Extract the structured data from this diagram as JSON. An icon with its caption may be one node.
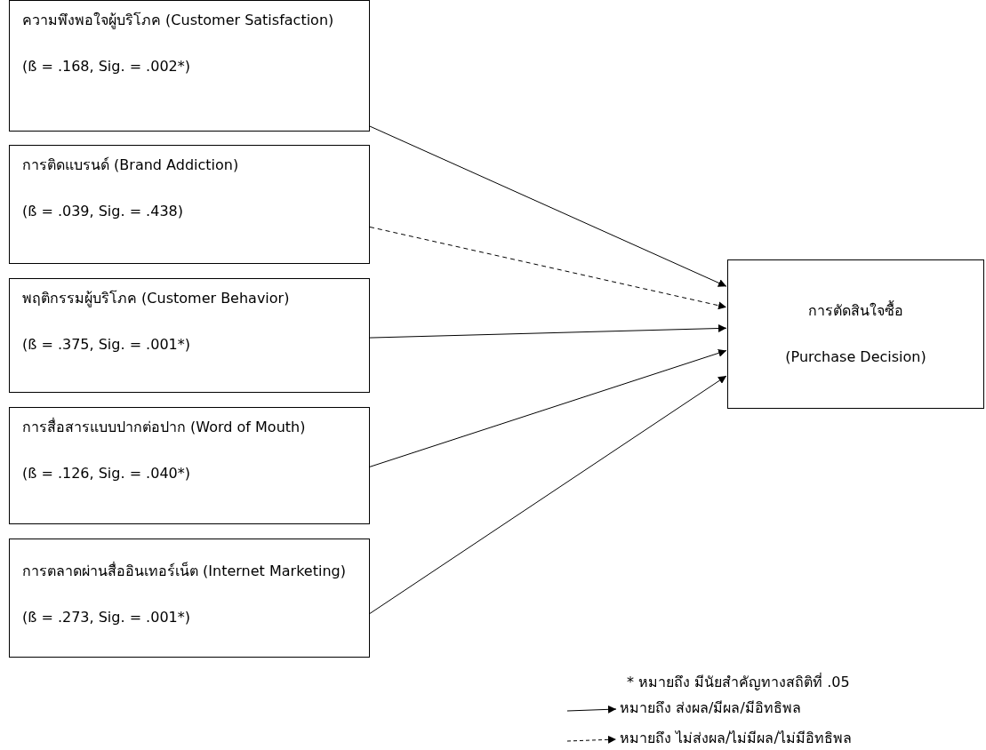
{
  "diagram": {
    "nodes": [
      {
        "text": [
          "ความพึงพอใจผู้บริโภค (Customer Satisfaction)",
          "(ß = .168, Sig. = .002*)"
        ]
      },
      {
        "text": [
          "การติดแบรนด์ (Brand Addiction)",
          "(ß = .039, Sig. = .438)"
        ]
      },
      {
        "text": [
          "พฤติกรรมผู้บริโภค (Customer Behavior)",
          "(ß = .375, Sig. = .001*)"
        ]
      },
      {
        "text": [
          "การสื่อสารแบบปากต่อปาก (Word of Mouth)",
          "(ß = .126, Sig. = .040*)"
        ]
      },
      {
        "text": [
          "การตลาดผ่านสื่ออินเทอร์เน็ต (Internet Marketing)",
          "(ß = .273, Sig. = .001*)"
        ]
      },
      {
        "text": [
          "การตัดสินใจซื้อ",
          "(Purchase Decision)"
        ]
      }
    ],
    "edges": [
      {
        "from": 0,
        "to": 5,
        "arrow": "to"
      },
      {
        "from": 1,
        "to": 5,
        "arrow": "to",
        "style": "dashed"
      },
      {
        "from": 2,
        "to": 5,
        "arrow": "to"
      },
      {
        "from": 3,
        "to": 5,
        "arrow": "to"
      },
      {
        "from": 4,
        "to": 5,
        "arrow": "to"
      }
    ],
    "labels": [
      "* หมายถึง มีนัยสำคัญทางสถิติที่ .05"
    ],
    "legend": [
      {
        "text": "หมายถึง ส่งผล/มีผล/มีอิทธิพล"
      },
      {
        "text": "หมายถึง ไม่ส่งผล/ไม่มีผล/ไม่มีอิทธิพล"
      }
    ]
  }
}
